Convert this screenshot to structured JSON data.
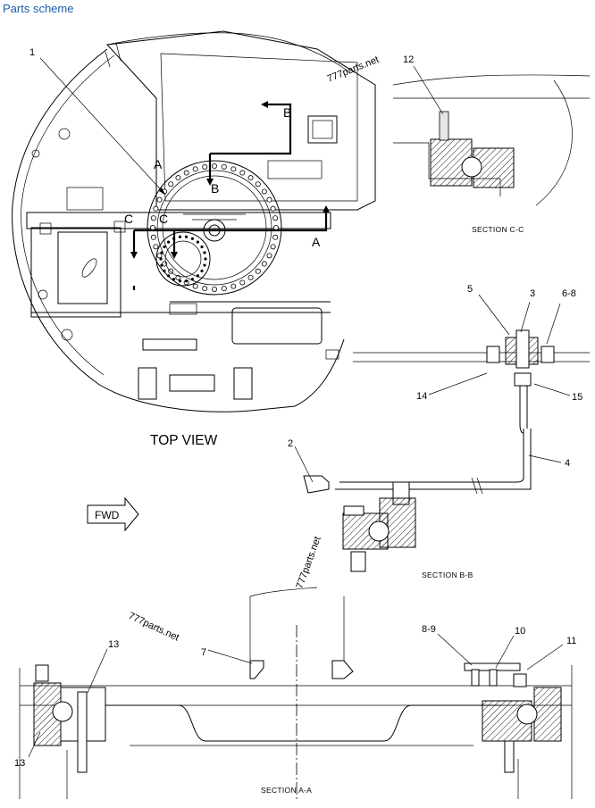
{
  "header": {
    "title": "Parts scheme"
  },
  "views": {
    "top_view": "TOP VIEW",
    "fwd": "FWD",
    "section_cc": "SECTION C-C",
    "section_bb": "SECTION B-B",
    "section_aa": "SECTION A-A"
  },
  "section_marks": {
    "a": "A",
    "b": "B",
    "c": "C"
  },
  "callouts": {
    "c1": "1",
    "c2": "2",
    "c3": "3",
    "c4": "4",
    "c5": "5",
    "c6_8": "6-8",
    "c7": "7",
    "c8_9": "8-9",
    "c10": "10",
    "c11": "11",
    "c12": "12",
    "c13": "13",
    "c14": "14",
    "c15": "15"
  },
  "watermarks": {
    "wm1": "777parts.net",
    "wm2": "777parts.net",
    "wm3": "777parts.net"
  }
}
